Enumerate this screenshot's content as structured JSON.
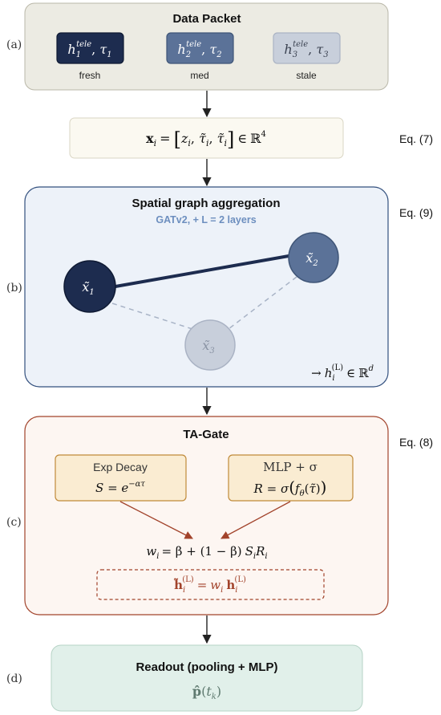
{
  "panels": {
    "a": {
      "tag": "(a)",
      "title": "Data Packet",
      "chips": [
        {
          "h": "h",
          "sup": "tele",
          "sub": "1",
          "tau": "τ",
          "tsub": "1",
          "label": "fresh",
          "fill": "#1d2c4f",
          "text": "#ffffff"
        },
        {
          "h": "h",
          "sup": "tele",
          "sub": "2",
          "tau": "τ",
          "tsub": "2",
          "label": "med",
          "fill": "#5b7298",
          "text": "#ffffff"
        },
        {
          "h": "h",
          "sup": "tele",
          "sub": "3",
          "tau": "τ",
          "tsub": "3",
          "label": "stale",
          "fill": "#c8cfdb",
          "text": "#3a4150"
        }
      ]
    },
    "feature": {
      "x": "x",
      "i": "i",
      "eq": "=",
      "z": "z",
      "tau": "τ̃",
      "in": "∈",
      "R": "ℝ",
      "dim": "4",
      "ref": "Eq. (7)"
    },
    "b": {
      "tag": "(b)",
      "title": "Spatial graph aggregation",
      "subtitle": "GATv2, + L = 2 layers",
      "ref": "Eq. (9)",
      "nodes": [
        {
          "base": "x̃",
          "sub": "1",
          "fill": "#1d2c4f",
          "stroke": "#0f1a33",
          "text": "#ffffff"
        },
        {
          "base": "x̃",
          "sub": "2",
          "fill": "#5b7298",
          "stroke": "#3f5577",
          "text": "#ffffff"
        },
        {
          "base": "x̃",
          "sub": "3",
          "fill": "#c8cfdb",
          "stroke": "#aab3c4",
          "text": "#8a93a4"
        }
      ],
      "output": {
        "arrow": "→",
        "h": "h",
        "sub": "i",
        "sup": "(L)",
        "in": "∈",
        "R": "ℝ",
        "dim": "d"
      }
    },
    "c": {
      "tag": "(c)",
      "title": "TA-Gate",
      "ref": "Eq. (8)",
      "left_box": {
        "title": "Exp Decay",
        "formula_lhs": "S = e",
        "formula_sup": "−ατ"
      },
      "right_box": {
        "title": "MLP + σ",
        "formula_lhs": "R = σ",
        "f": "f",
        "fsub": "θ",
        "arg": "τ̃"
      },
      "weight": {
        "w": "w",
        "sub": "i",
        "eq": "= β + (1 − β)",
        "S": "S",
        "R": "R"
      },
      "gated": {
        "h": "h̃",
        "sub": "i",
        "sup": "(L)",
        "eq": "=",
        "w": "w",
        "wsub": "i",
        "hb": "h",
        "hsub": "i",
        "hsup": "(L)"
      }
    },
    "d": {
      "tag": "(d)",
      "title": "Readout (pooling + MLP)",
      "output": {
        "p": "p̂",
        "t": "t",
        "k": "k"
      }
    }
  },
  "colors": {
    "panel_a_fill": "#ecebe3",
    "panel_b_fill": "#edf2f9",
    "panel_b_stroke": "#33507e",
    "panel_c_fill": "#fdf6f2",
    "panel_c_stroke": "#a2432b",
    "panel_d_fill": "#e1f0ea",
    "subbox_fill": "#faecd2",
    "subbox_stroke": "#c08a3a",
    "accent_red": "#a2432b",
    "subtitle_blue": "#6d8fbf"
  }
}
